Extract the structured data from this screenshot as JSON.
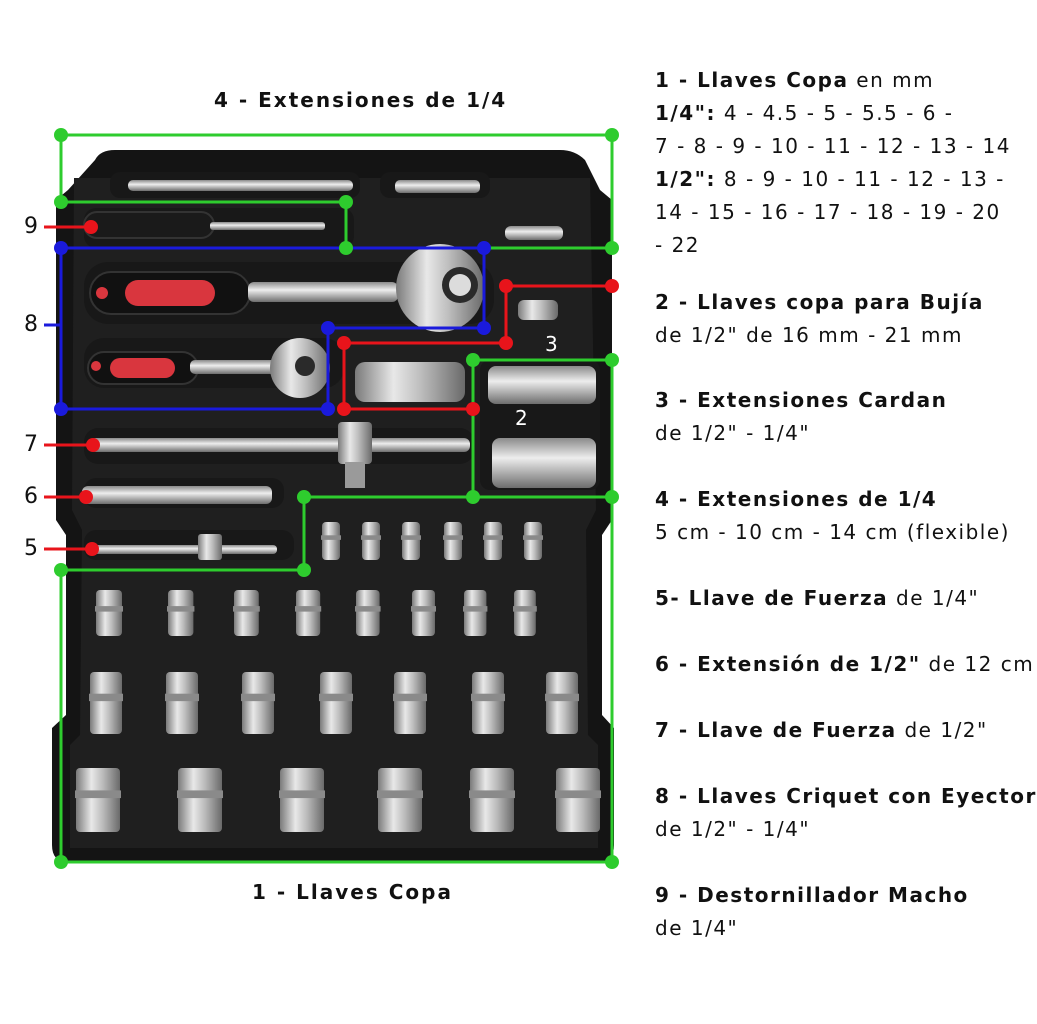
{
  "captions": {
    "top": "4 - Extensiones de 1/4",
    "bottom": "1 - Llaves Copa"
  },
  "callouts": {
    "n9": "9",
    "n8": "8",
    "n7": "7",
    "n6": "6",
    "n5": "5",
    "n3": "3",
    "n2": "2"
  },
  "legend": [
    {
      "title": "1 - Llaves Copa",
      "rest": " en mm",
      "lines": [
        {
          "bold": "1/4\":",
          "text": " 4 - 4.5 - 5 - 5.5 - 6 -"
        },
        {
          "bold": "",
          "text": "7 - 8 - 9 - 10 - 11 - 12 - 13 - 14"
        },
        {
          "bold": "1/2\":",
          "text": " 8 - 9 - 10 - 11 - 12 - 13 -"
        },
        {
          "bold": "",
          "text": "14 - 15 - 16 - 17 - 18 - 19 - 20"
        },
        {
          "bold": "",
          "text": "- 22"
        }
      ]
    },
    {
      "title": "2 - Llaves copa para Bujía",
      "rest": "",
      "lines": [
        {
          "bold": "",
          "text": "de 1/2\" de 16 mm - 21 mm"
        }
      ]
    },
    {
      "title": "3 - Extensiones Cardan",
      "rest": "",
      "lines": [
        {
          "bold": "",
          "text": "de 1/2\" - 1/4\""
        }
      ]
    },
    {
      "title": "4 - Extensiones de 1/4",
      "rest": "",
      "lines": [
        {
          "bold": "",
          "text": "5 cm - 10 cm - 14 cm (flexible)"
        }
      ]
    },
    {
      "title": "5- Llave de Fuerza",
      "rest": " de 1/4\"",
      "lines": []
    },
    {
      "title": "6 - Extensión de 1/2\"",
      "rest": " de 12 cm",
      "lines": []
    },
    {
      "title": "7 - Llave de Fuerza",
      "rest": " de 1/2\"",
      "lines": []
    },
    {
      "title": "8 - Llaves Criquet con Eyector",
      "rest": "",
      "lines": [
        {
          "bold": "",
          "text": "de 1/2\" - 1/4\""
        }
      ]
    },
    {
      "title": "9 - Destornillador Macho",
      "rest": "",
      "lines": [
        {
          "bold": "",
          "text": "de 1/4\""
        }
      ]
    }
  ],
  "colors": {
    "green": "#2ecc2e",
    "red": "#e8141b",
    "blue": "#1a1adc",
    "case": "#141414",
    "tray": "#222222",
    "handle_red": "#d9363e",
    "metal": "#c9c9c9"
  }
}
